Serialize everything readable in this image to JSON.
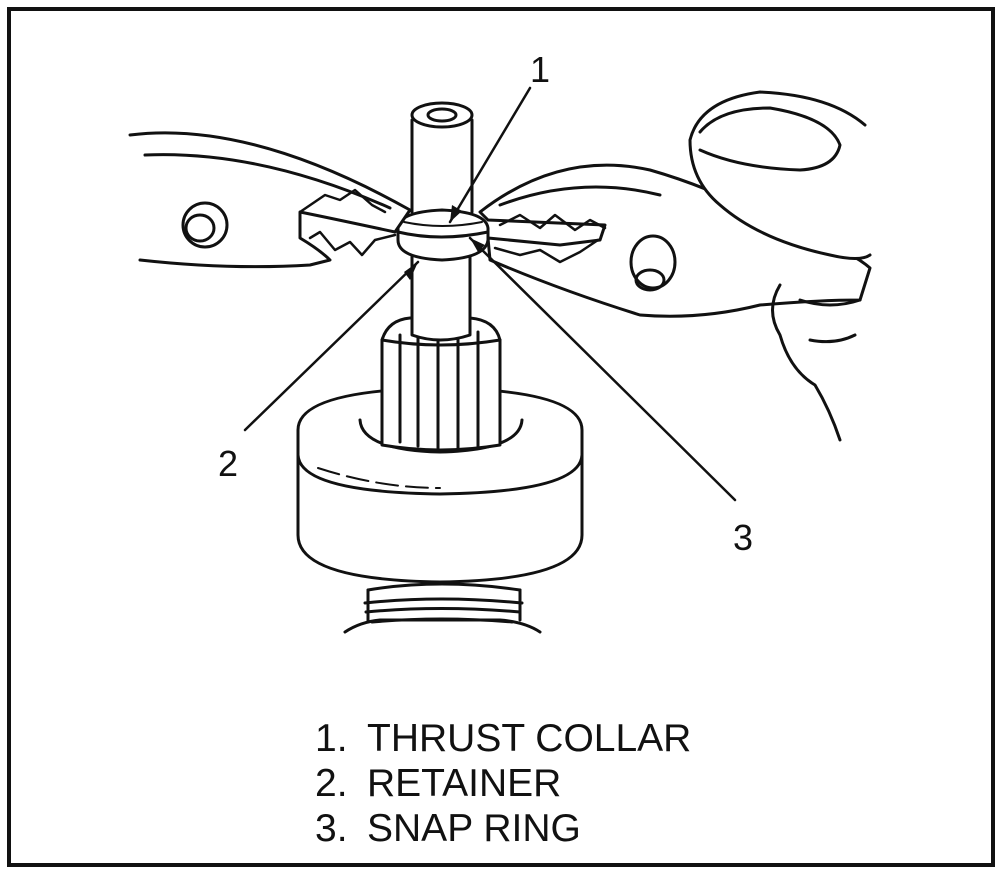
{
  "callouts": {
    "c1": "1",
    "c2": "2",
    "c3": "3"
  },
  "legend": [
    {
      "num": "1.",
      "text": "THRUST COLLAR"
    },
    {
      "num": "2.",
      "text": "RETAINER"
    },
    {
      "num": "3.",
      "text": "SNAP RING"
    }
  ],
  "colors": {
    "line": "#111111",
    "background": "#ffffff"
  }
}
